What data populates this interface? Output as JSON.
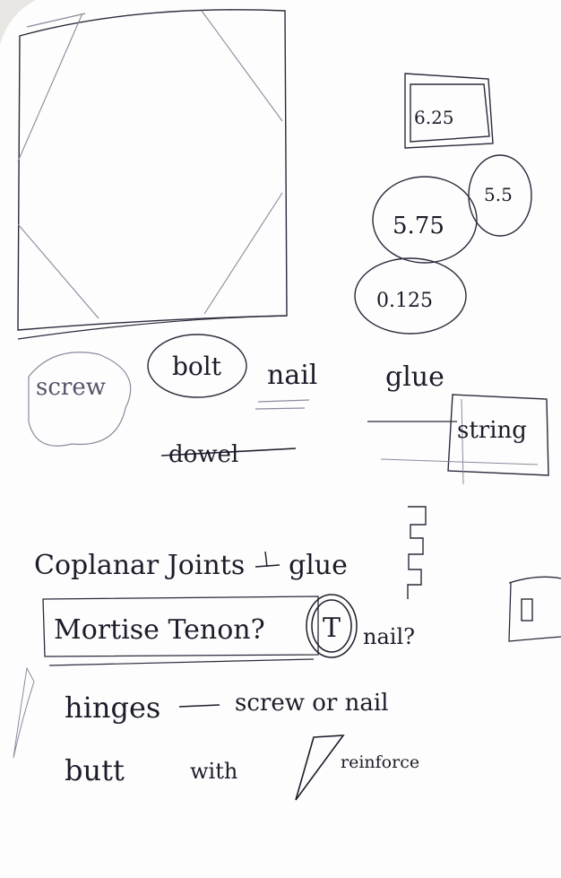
{
  "measurements": [
    "6.25",
    "5.5",
    "5.75",
    "0.125"
  ],
  "fasteners": {
    "screw": "screw",
    "bolt": "bolt",
    "nail": "nail",
    "glue": "glue",
    "string": "string",
    "dowel": "dowel"
  },
  "notes": {
    "coplanar_joints": "Coplanar Joints",
    "coplanar_glue": "glue",
    "mortise_tenon": "Mortise Tenon?",
    "t_symbol": "T",
    "nail_question": "nail?",
    "hinges": "hinges",
    "hinges_fasteners": "screw or nail",
    "butt": "butt",
    "with": "with",
    "reinforce": "reinforce"
  },
  "colors": {
    "ink": "#1c1c2a",
    "pencil": "#8a8a9e",
    "paper": "#fdfdfd"
  }
}
